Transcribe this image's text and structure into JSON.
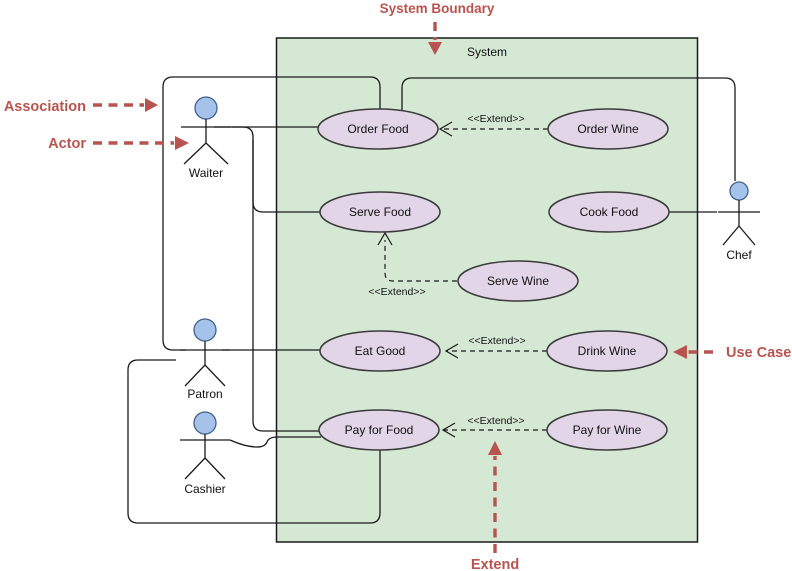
{
  "system": {
    "label": "System"
  },
  "annotations": {
    "system_boundary": "System Boundary",
    "association": "Association",
    "actor": "Actor",
    "use_case": "Use Case",
    "extend": "Extend"
  },
  "stereotype": {
    "extend": "<<Extend>>"
  },
  "actors": [
    {
      "name": "Waiter"
    },
    {
      "name": "Patron"
    },
    {
      "name": "Cashier"
    },
    {
      "name": "Chef"
    }
  ],
  "use_cases": [
    {
      "label": "Order Food"
    },
    {
      "label": "Order Wine"
    },
    {
      "label": "Serve Food"
    },
    {
      "label": "Cook Food"
    },
    {
      "label": "Serve Wine"
    },
    {
      "label": "Eat Good"
    },
    {
      "label": "Drink Wine"
    },
    {
      "label": "Pay for Food"
    },
    {
      "label": "Pay for Wine"
    }
  ],
  "relationships": {
    "associations": [
      {
        "from": "Patron",
        "to": "Order Food"
      },
      {
        "from": "Chef",
        "to": "Order Food"
      },
      {
        "from": "Waiter",
        "to": "Order Food"
      },
      {
        "from": "Waiter",
        "to": "Serve Food"
      },
      {
        "from": "Waiter",
        "to": "Pay for Food"
      },
      {
        "from": "Patron",
        "to": "Eat Good"
      },
      {
        "from": "Patron",
        "to": "Pay for Food"
      },
      {
        "from": "Cashier",
        "to": "Pay for Food"
      },
      {
        "from": "Chef",
        "to": "Cook Food"
      }
    ],
    "extends": [
      {
        "from": "Order Wine",
        "to": "Order Food"
      },
      {
        "from": "Serve Wine",
        "to": "Serve Food"
      },
      {
        "from": "Drink Wine",
        "to": "Eat Good"
      },
      {
        "from": "Pay for Wine",
        "to": "Pay for Food"
      }
    ]
  },
  "colors": {
    "boundary_fill": "#d5e8d4",
    "usecase_fill": "#e1d5e7",
    "actor_head_fill": "#a4c2ea",
    "annotation_red": "#b85450",
    "line": "#1a1a1a"
  }
}
